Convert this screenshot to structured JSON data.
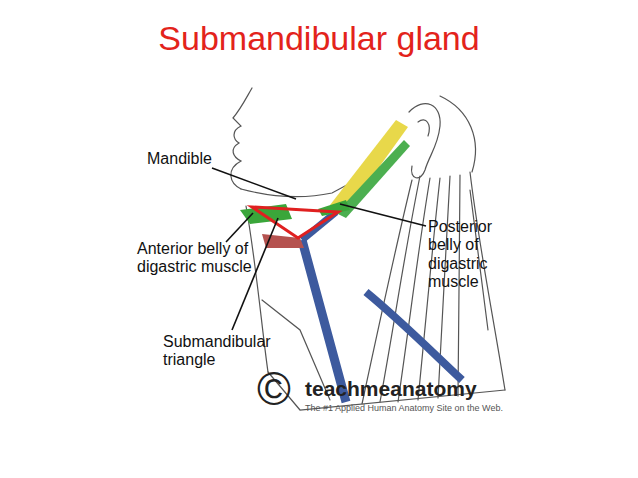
{
  "diagram": {
    "title": "Submandibular gland",
    "labels": [
      "Mandible",
      "Anterior belly of digastric muscle",
      "Submandibular triangle",
      "Posterior belly of digastric muscle",
      "©",
      "teachmeanatomy",
      "The #1 Applied Human Anatomy Site on the Web."
    ]
  }
}
